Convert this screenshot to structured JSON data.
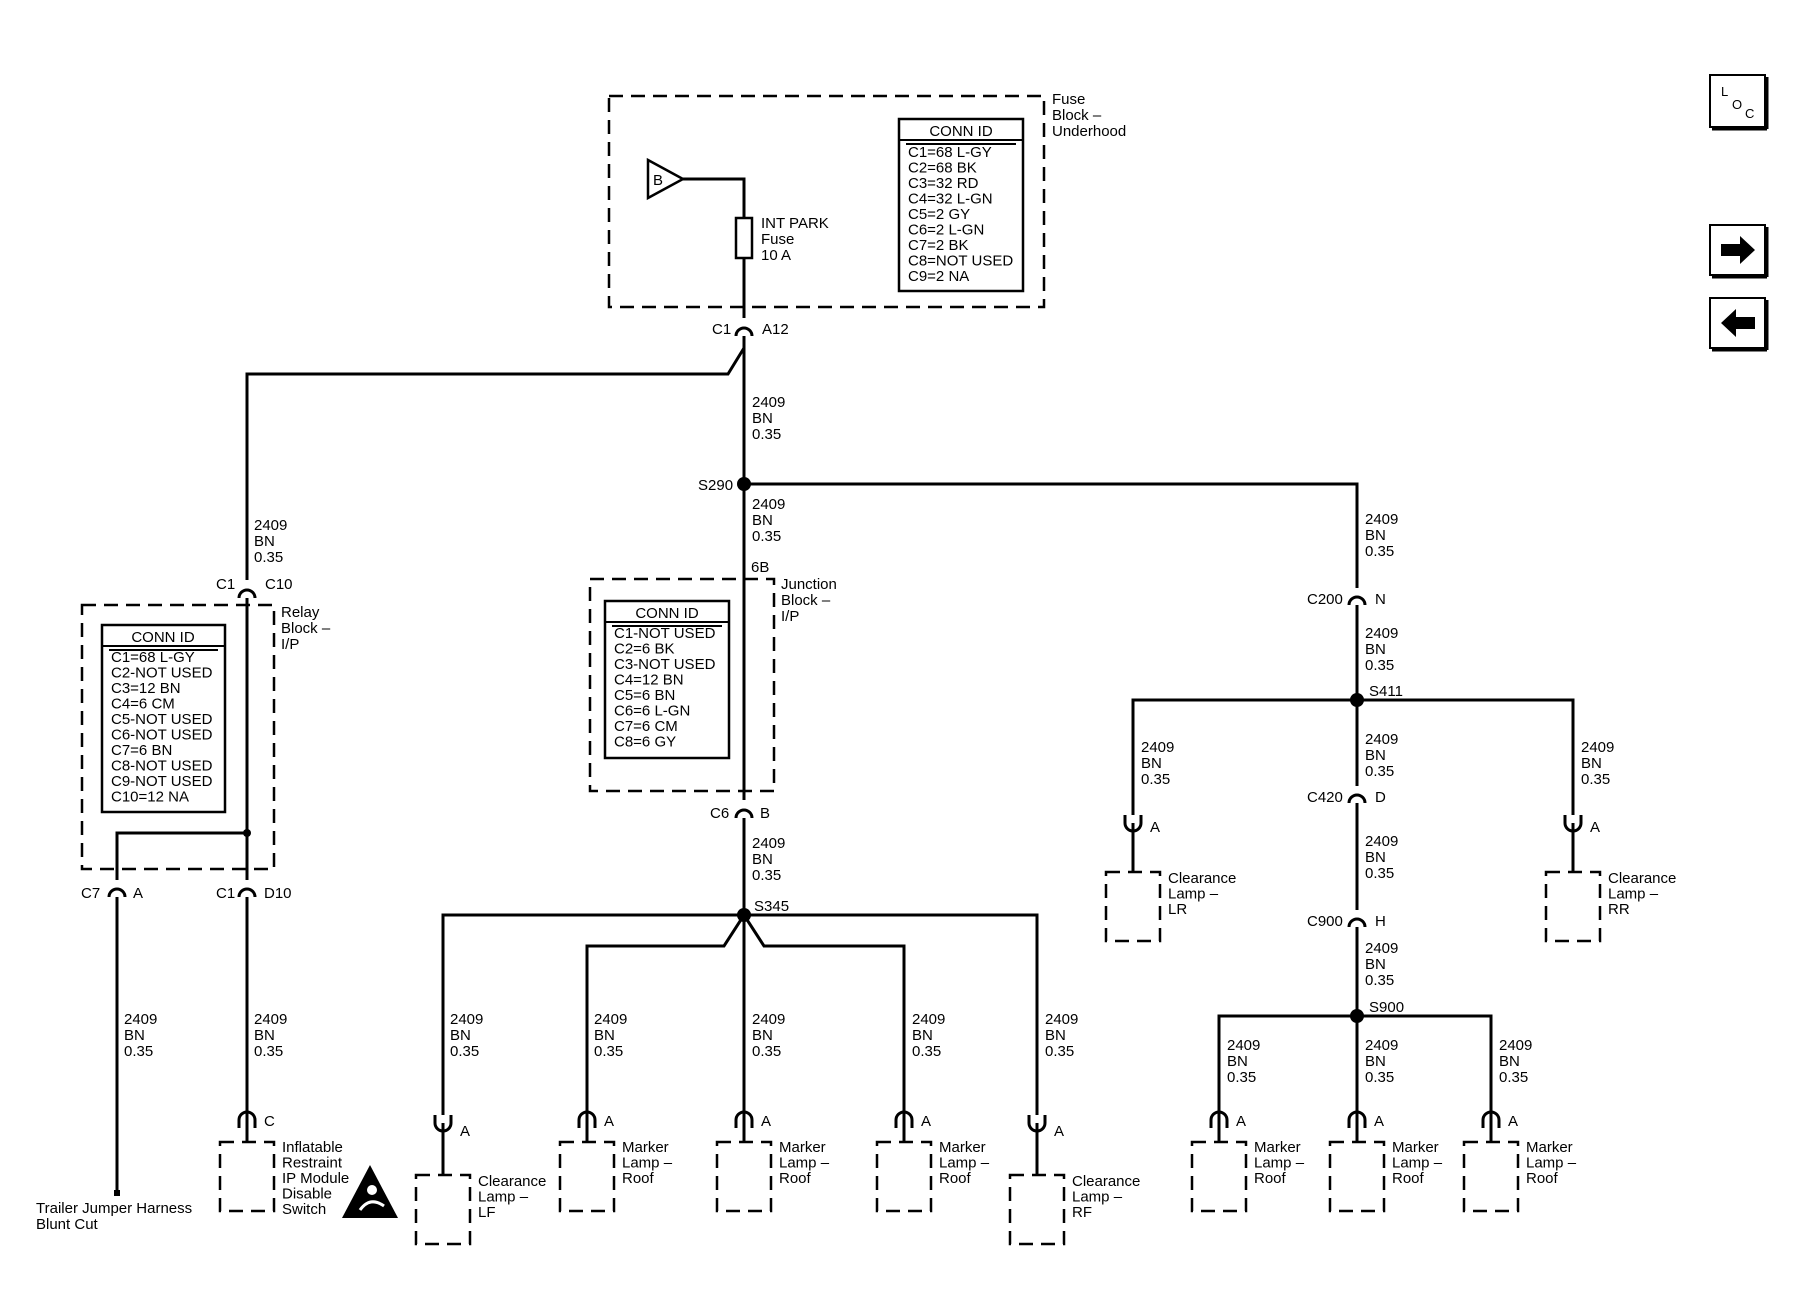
{
  "wire_label": [
    "2409",
    "BN",
    "0.35"
  ],
  "fuse_block": {
    "name": [
      "Fuse",
      "Block –",
      "Underhood"
    ],
    "source_label": "B",
    "fuse": [
      "INT PARK",
      "Fuse",
      "10 A"
    ],
    "conn_title": "CONN ID",
    "conn_rows": [
      "C1=68 L-GY",
      "C2=68 BK",
      "C3=32 RD",
      "C4=32 L-GN",
      "C5=2 GY",
      "C6=2 L-GN",
      "C7=2 BK",
      "C8=NOT USED",
      "C9=2 NA"
    ]
  },
  "junction_block": {
    "name": [
      "Junction",
      "Block –",
      "I/P"
    ],
    "pin": "6B",
    "conn_title": "CONN ID",
    "conn_rows": [
      "C1-NOT USED",
      "C2=6 BK",
      "C3-NOT USED",
      "C4=12 BN",
      "C5=6 BN",
      "C6=6 L-GN",
      "C7=6 CM",
      "C8=6 GY"
    ]
  },
  "relay_block": {
    "name": [
      "Relay",
      "Block –",
      "I/P"
    ],
    "conn_title": "CONN ID",
    "conn_rows": [
      "C1=68 L-GY",
      "C2-NOT USED",
      "C3=12 BN",
      "C4=6 CM",
      "C5-NOT USED",
      "C6-NOT USED",
      "C7=6 BN",
      "C8-NOT USED",
      "C9-NOT USED",
      "C10=12 NA"
    ]
  },
  "connectors": {
    "fuse_c1": {
      "conn": "C1",
      "pin": "A12"
    },
    "relay_c1_top": {
      "conn": "C1",
      "pin": "C10"
    },
    "relay_c7": {
      "conn": "C7",
      "pin": "A"
    },
    "relay_c1_bot": {
      "conn": "C1",
      "pin": "D10"
    },
    "jb_c6": {
      "conn": "C6",
      "pin": "B"
    },
    "c200": {
      "conn": "C200",
      "pin": "N"
    },
    "c420": {
      "conn": "C420",
      "pin": "D"
    },
    "c900": {
      "conn": "C900",
      "pin": "H"
    }
  },
  "splices": {
    "s290": "S290",
    "s345": "S345",
    "s411": "S411",
    "s900": "S900"
  },
  "components": {
    "trailer": [
      "Trailer Jumper Harness",
      "Blunt Cut"
    ],
    "airbag_switch": {
      "pin": "C",
      "name": [
        "Inflatable",
        "Restraint",
        "IP Module",
        "Disable",
        "Switch"
      ]
    },
    "lamp_lf": {
      "pin": "A",
      "name": [
        "Clearance",
        "Lamp –",
        "LF"
      ]
    },
    "marker_1": {
      "pin": "A",
      "name": [
        "Marker",
        "Lamp –",
        "Roof"
      ]
    },
    "marker_2": {
      "pin": "A",
      "name": [
        "Marker",
        "Lamp –",
        "Roof"
      ]
    },
    "marker_3": {
      "pin": "A",
      "name": [
        "Marker",
        "Lamp –",
        "Roof"
      ]
    },
    "lamp_rf": {
      "pin": "A",
      "name": [
        "Clearance",
        "Lamp –",
        "RF"
      ]
    },
    "lamp_lr": {
      "pin": "A",
      "name": [
        "Clearance",
        "Lamp –",
        "LR"
      ]
    },
    "lamp_rr": {
      "pin": "A",
      "name": [
        "Clearance",
        "Lamp –",
        "RR"
      ]
    },
    "marker_4": {
      "pin": "A",
      "name": [
        "Marker",
        "Lamp –",
        "Roof"
      ]
    },
    "marker_5": {
      "pin": "A",
      "name": [
        "Marker",
        "Lamp –",
        "Roof"
      ]
    },
    "marker_6": {
      "pin": "A",
      "name": [
        "Marker",
        "Lamp –",
        "Roof"
      ]
    }
  },
  "nav": {
    "loc_letters": [
      "L",
      "O",
      "C"
    ],
    "forward_icon": "arrow-right-icon",
    "back_icon": "arrow-left-icon"
  }
}
